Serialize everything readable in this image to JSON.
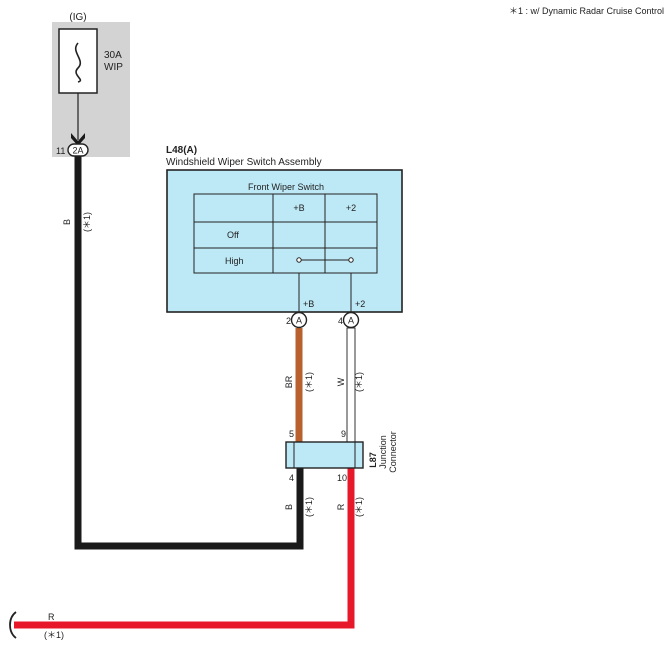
{
  "note": "＊1 : w/ Dynamic Radar Cruise Control",
  "power": {
    "label": "(IG)",
    "fuse_amp": "30A",
    "fuse_name": "WIP",
    "pin": "11",
    "connector": "2A"
  },
  "switch_assembly": {
    "code": "L48(A)",
    "name": "Windshield Wiper Switch Assembly",
    "table_title": "Front Wiper Switch",
    "col_b": "+B",
    "col_2": "+2",
    "row_off": "Off",
    "row_high": "High",
    "term_b": "+B",
    "term_2": "+2",
    "pin_b": "2",
    "pin_2": "4",
    "connector": "A"
  },
  "junction": {
    "code": "L87",
    "name_line1": "Junction",
    "name_line2": "Connector",
    "pin_top_left": "5",
    "pin_top_right": "9",
    "pin_bottom_left": "4",
    "pin_bottom_right": "10"
  },
  "wires": {
    "main_b": {
      "color_code": "B",
      "note": "(＊1)"
    },
    "br": {
      "color_code": "BR",
      "note": "(＊1)"
    },
    "w": {
      "color_code": "W",
      "note": "(＊1)"
    },
    "b_lower": {
      "color_code": "B",
      "note": "(＊1)"
    },
    "r_lower": {
      "color_code": "R",
      "note": "(＊1)"
    },
    "r_bottom": {
      "color_code": "R",
      "note": "(＊1)"
    }
  },
  "colors": {
    "wire_black": "#1a1a1a",
    "wire_brown": "#b8602e",
    "wire_red": "#e8182b",
    "wire_white": "#ffffff",
    "component_fill": "#bde8f5",
    "fuse_box_fill": "#d3d3d3"
  }
}
